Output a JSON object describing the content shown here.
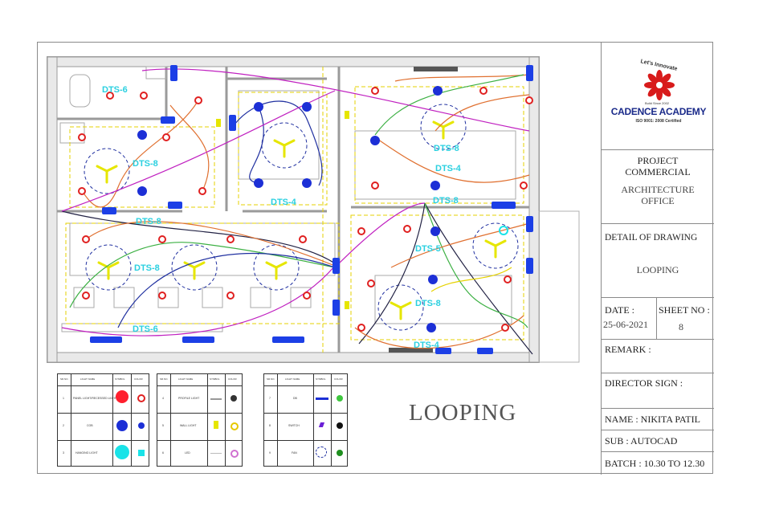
{
  "title_block": {
    "logo": {
      "slogan": "Let's Innovate",
      "name": "CADENCE ACADEMY",
      "tagline": "Build Since 2002",
      "certification": "ISO 9001: 2008 Certified"
    },
    "project_line1": "PROJECT",
    "project_line2": "COMMERCIAL",
    "project_line3": "ARCHITECTURE",
    "project_line4": "OFFICE",
    "detail_label": "DETAIL OF  DRAWING",
    "detail_value": "LOOPING",
    "date_label": "DATE :",
    "date_value": "25-06-2021",
    "sheet_label": "SHEET NO :",
    "sheet_value": "8",
    "remark_label": "REMARK :",
    "director_label": "DIRECTOR SIGN :",
    "name_line": "NAME : NIKITA PATIL",
    "sub_line": "SUB : AUTOCAD",
    "batch_line": "BATCH : 10.30 TO 12.30"
  },
  "drawing_title": "LOOPING",
  "circuit_labels": [
    "DTS-6",
    "DTS-8",
    "DTS-8",
    "DTS-4",
    "DTS-8",
    "DTS-4",
    "DTS-8",
    "DTS-8",
    "DTS-6",
    "DTS-5",
    "DTS-8",
    "DTS-4"
  ],
  "legend_headers": [
    "SR.NO.",
    "LIGHT NAME",
    "SYMBOL",
    "COLOR"
  ],
  "legend_tables": [
    {
      "rows": [
        {
          "no": "1",
          "name": "PANEL LIGHT/RECESSED LIGHT",
          "symbol_color": "#ff1f2e",
          "swatch_color": "#e02020"
        },
        {
          "no": "2",
          "name": "COB",
          "symbol_color": "#1c2fd6",
          "swatch_color": "#1c2fd6"
        },
        {
          "no": "3",
          "name": "HANGING LIGHT",
          "symbol_color": "#19e3e8",
          "swatch_color": "#19e3e8"
        }
      ]
    },
    {
      "rows": [
        {
          "no": "4",
          "name": "PROFILE LIGHT",
          "symbol_color": "#999999",
          "swatch_color": "#333333"
        },
        {
          "no": "5",
          "name": "WALL LIGHT",
          "symbol_color": "#e6e600",
          "swatch_color": "#e6c800"
        },
        {
          "no": "6",
          "name": "LED",
          "symbol_color": "#dddddd",
          "swatch_color": "#d070d0"
        }
      ]
    },
    {
      "rows": [
        {
          "no": "7",
          "name": "DB",
          "symbol_color": "#1c2fd6",
          "swatch_color": "#3ec63e"
        },
        {
          "no": "8",
          "name": "SWITCH",
          "symbol_color": "#6a1fd6",
          "swatch_color": "#111111"
        },
        {
          "no": "9",
          "name": "FAN",
          "symbol_color": "#e6e600",
          "swatch_color": "#1f8f1f"
        }
      ]
    }
  ],
  "colors": {
    "wall": "#9a9a9a",
    "dimension": "#e6d200",
    "recessed_light": "#e02020",
    "cob_light": "#1c2fd6",
    "db_panel": "#1c3fe6",
    "label": "#2bd0e0",
    "wire_orange": "#e07030",
    "wire_green": "#3cb043",
    "wire_purple": "#c020c0",
    "wire_blue": "#2030a0",
    "wire_dark": "#222244"
  }
}
